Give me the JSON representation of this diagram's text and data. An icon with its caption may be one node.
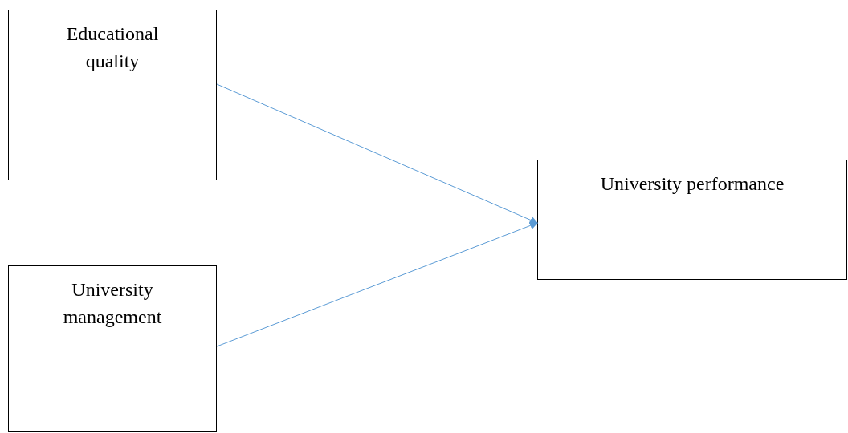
{
  "diagram": {
    "nodes": [
      {
        "text": [
          "Educational quality"
        ]
      },
      {
        "text": [
          "University management"
        ]
      },
      {
        "text": [
          "University performance"
        ]
      }
    ],
    "edges": [
      {
        "from": 0,
        "to": 2,
        "arrow": "to"
      },
      {
        "from": 1,
        "to": 2,
        "arrow": "to"
      }
    ]
  }
}
